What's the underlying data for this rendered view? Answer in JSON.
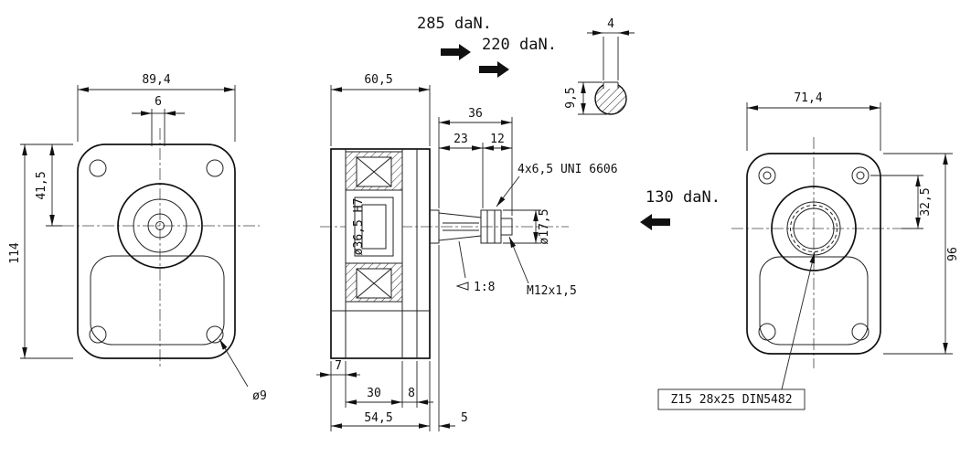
{
  "forces": {
    "top": "285 daN.",
    "middle": "220 daN.",
    "side": "130 daN."
  },
  "front": {
    "width": "89,4",
    "pilot": "6",
    "hole_offset": "41,5",
    "height": "114",
    "hole_dia": "ø9"
  },
  "section": {
    "body_len": "60,5",
    "shaft_len": "36",
    "taper_len": "23",
    "nut_len": "12",
    "washer_spec": "4x6,5 UNI 6606",
    "bore": "ø36,5 H7",
    "shaft_dia": "ø17,5",
    "taper_ratio": "1:8",
    "thread": "M12x1,5",
    "step": "7",
    "chamber": "30",
    "plate": "8",
    "overall": "54,5",
    "shoulder": "5"
  },
  "rear": {
    "width": "71,4",
    "hole_offset": "32,5",
    "height": "96",
    "spline": "Z15 28x25 DIN5482"
  },
  "key_detail": {
    "width": "4",
    "height": "9,5"
  }
}
